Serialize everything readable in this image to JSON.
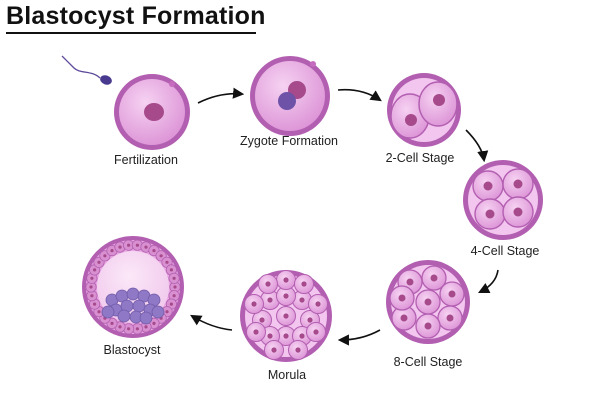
{
  "title": "Blastocyst Formation",
  "stages": [
    {
      "label": "Fertilization"
    },
    {
      "label": "Zygote Formation"
    },
    {
      "label": "2-Cell Stage"
    },
    {
      "label": "4-Cell Stage"
    },
    {
      "label": "8-Cell Stage"
    },
    {
      "label": "Morula"
    },
    {
      "label": "Blastocyst"
    }
  ],
  "colors": {
    "zona": "#a04d9e",
    "cytoplasm": "#e7a6e2",
    "nucleus": "#a64a8c",
    "male_pronucleus": "#6e52a8",
    "arrow": "#111111"
  }
}
